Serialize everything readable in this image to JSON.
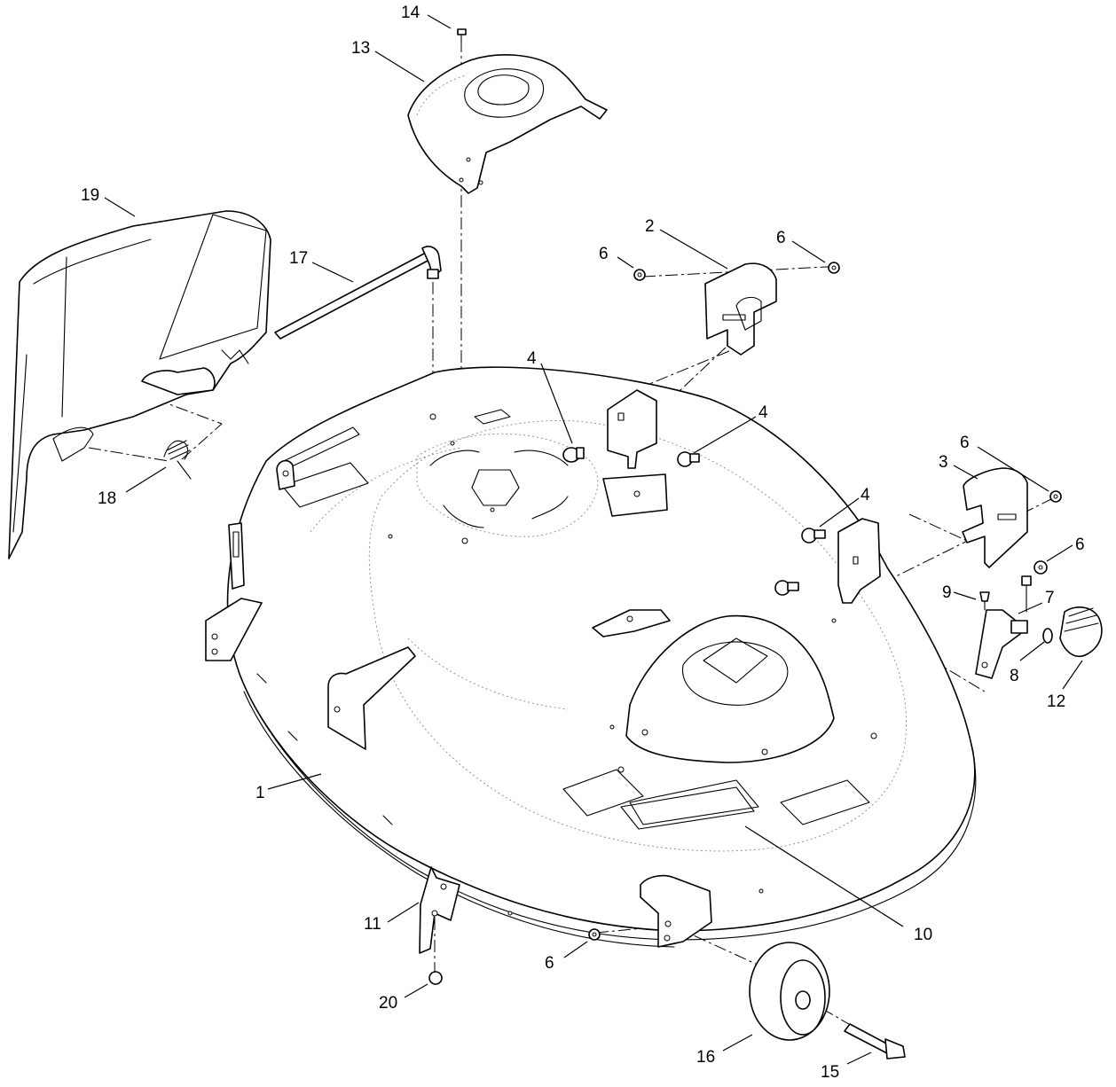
{
  "callouts": [
    {
      "id": "c14",
      "label": "14"
    },
    {
      "id": "c13",
      "label": "13"
    },
    {
      "id": "c19",
      "label": "19"
    },
    {
      "id": "c17",
      "label": "17"
    },
    {
      "id": "c2",
      "label": "2"
    },
    {
      "id": "c6a",
      "label": "6"
    },
    {
      "id": "c6b",
      "label": "6"
    },
    {
      "id": "c4a",
      "label": "4"
    },
    {
      "id": "c4b",
      "label": "4"
    },
    {
      "id": "c6c",
      "label": "6"
    },
    {
      "id": "c3",
      "label": "3"
    },
    {
      "id": "c18",
      "label": "18"
    },
    {
      "id": "c4c",
      "label": "4"
    },
    {
      "id": "c6d",
      "label": "6"
    },
    {
      "id": "c9",
      "label": "9"
    },
    {
      "id": "c7",
      "label": "7"
    },
    {
      "id": "c8",
      "label": "8"
    },
    {
      "id": "c12",
      "label": "12"
    },
    {
      "id": "c1",
      "label": "1"
    },
    {
      "id": "c10",
      "label": "10"
    },
    {
      "id": "c11",
      "label": "11"
    },
    {
      "id": "c6e",
      "label": "6"
    },
    {
      "id": "c20",
      "label": "20"
    },
    {
      "id": "c16",
      "label": "16"
    },
    {
      "id": "c15",
      "label": "15"
    }
  ]
}
